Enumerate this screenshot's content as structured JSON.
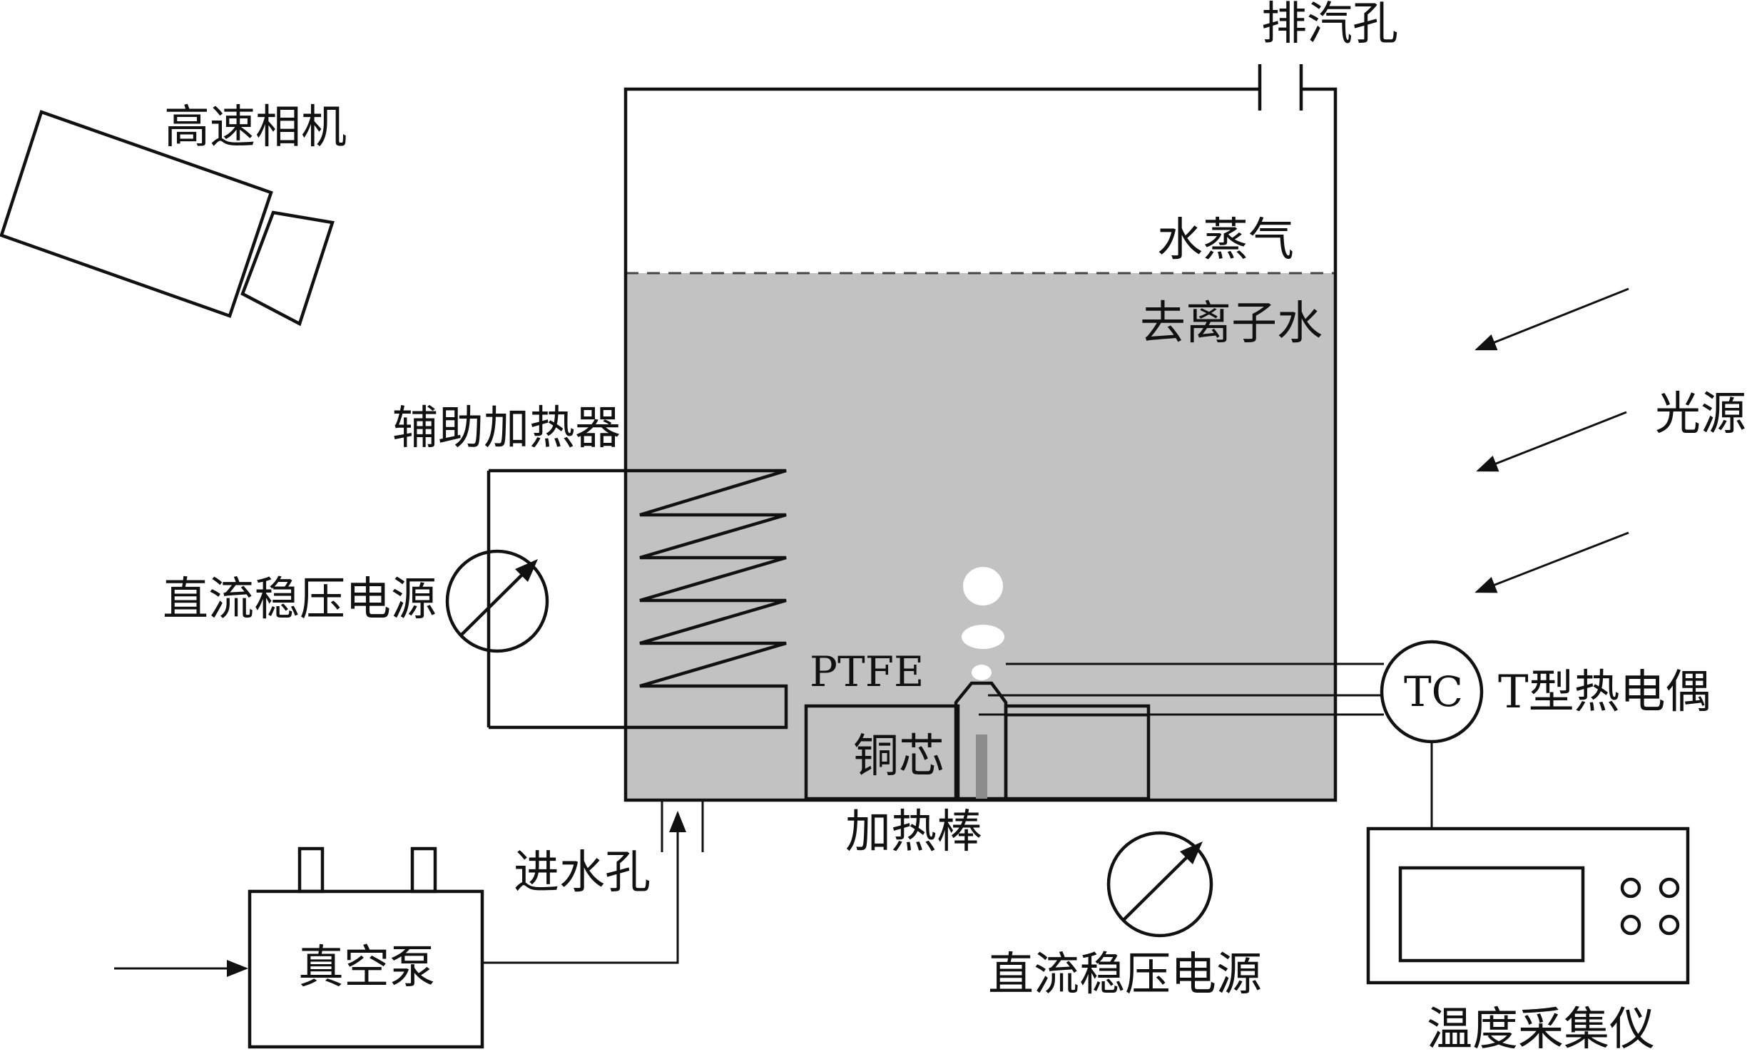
{
  "labels": {
    "vent": "排汽孔",
    "camera": "高速相机",
    "vapor": "水蒸气",
    "water": "去离子水",
    "light_source": "光源",
    "aux_heater": "辅助加热器",
    "dc_supply_left": "直流稳压电源",
    "ptfe": "PTFE",
    "copper_core": "铜芯",
    "heating_rod": "加热棒",
    "tc": "TC",
    "thermocouple": "T型热电偶",
    "inlet": "进水孔",
    "vacuum_pump": "真空泵",
    "dc_supply_bottom": "直流稳压电源",
    "temp_logger": "温度采集仪"
  },
  "colors": {
    "water": "#c2c2c2",
    "line": "#111111",
    "rod": "#8c8c8c",
    "bubble": "#ffffff"
  }
}
